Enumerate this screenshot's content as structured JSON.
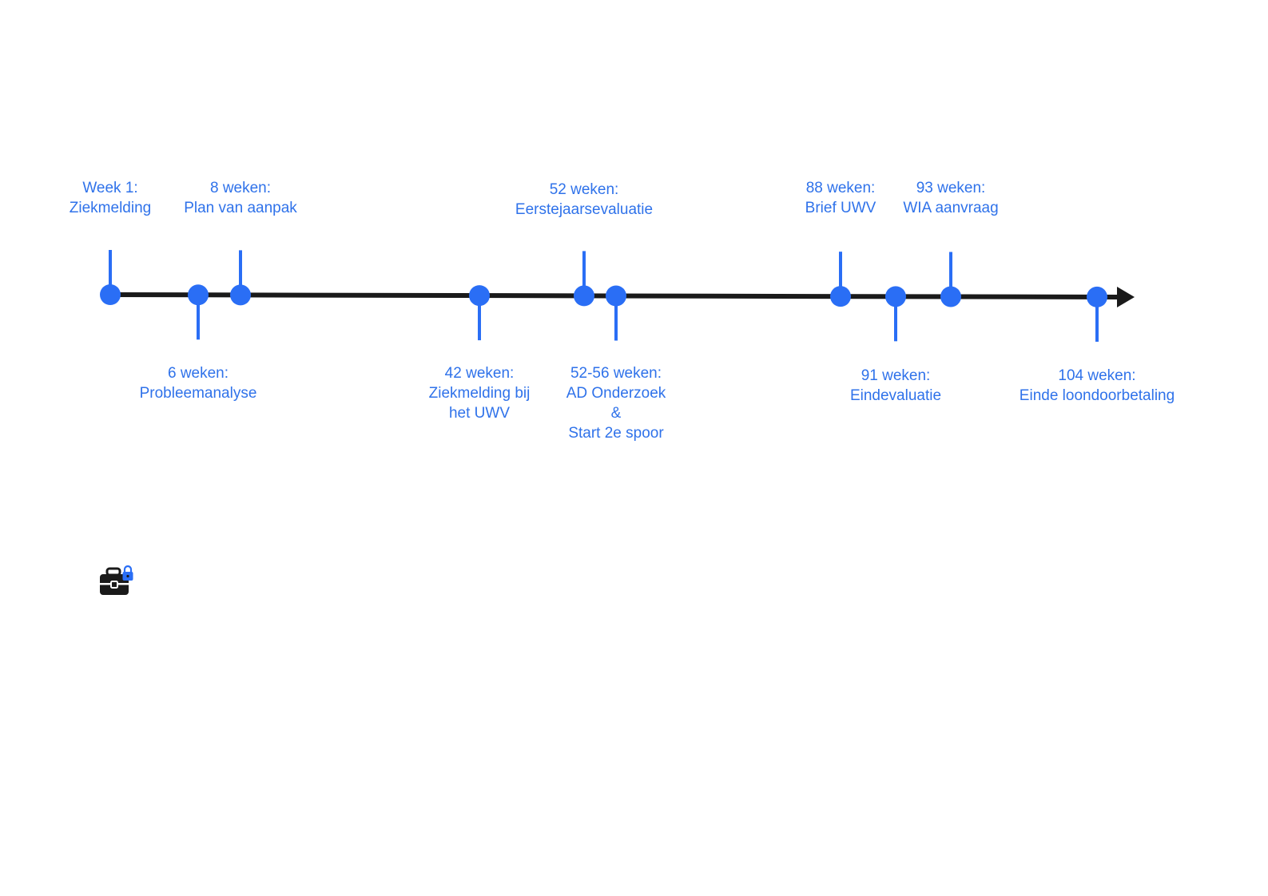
{
  "colors": {
    "accent": "#2a6ef5",
    "axis": "#1a1a1a",
    "text": "#2f72ea"
  },
  "events": [
    {
      "id": "week-1",
      "side": "top",
      "lines": [
        "Week 1:",
        "Ziekmelding"
      ]
    },
    {
      "id": "6-weken",
      "side": "bottom",
      "lines": [
        "6 weken:",
        "Probleemanalyse"
      ]
    },
    {
      "id": "8-weken",
      "side": "top",
      "lines": [
        "8 weken:",
        "Plan van aanpak"
      ]
    },
    {
      "id": "42-weken",
      "side": "bottom",
      "lines": [
        "42 weken:",
        "Ziekmelding bij",
        "het UWV"
      ]
    },
    {
      "id": "52-weken",
      "side": "top",
      "lines": [
        "52 weken:",
        "Eerstejaarsevaluatie"
      ]
    },
    {
      "id": "52-56-weken",
      "side": "bottom",
      "lines": [
        "52-56 weken:",
        "AD Onderzoek",
        "&",
        "Start 2e spoor"
      ]
    },
    {
      "id": "88-weken",
      "side": "top",
      "lines": [
        "88 weken:",
        "Brief UWV"
      ]
    },
    {
      "id": "91-weken",
      "side": "bottom",
      "lines": [
        "91 weken:",
        "Eindevaluatie"
      ]
    },
    {
      "id": "93-weken",
      "side": "top",
      "lines": [
        "93 weken:",
        "WIA aanvraag"
      ]
    },
    {
      "id": "104-weken",
      "side": "bottom",
      "lines": [
        "104 weken:",
        "Einde loondoorbetaling"
      ]
    }
  ],
  "logo": {
    "icon": "briefcase-lock-icon"
  }
}
